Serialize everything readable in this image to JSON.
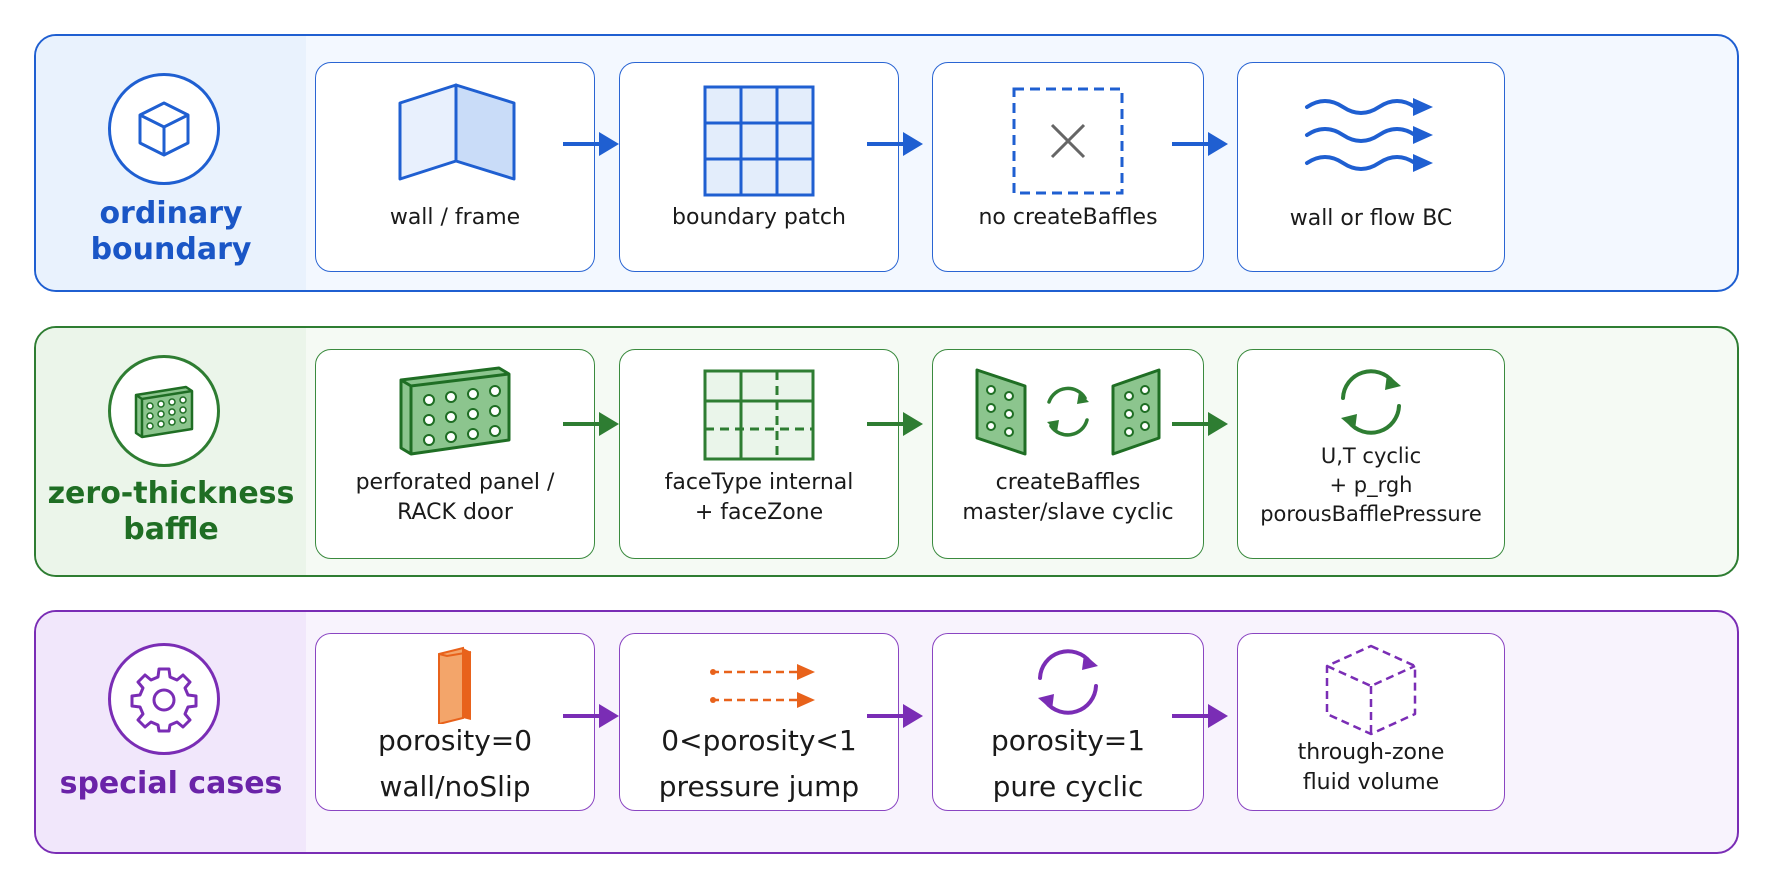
{
  "colors": {
    "ordinary": "#1f5fd1",
    "baffle": "#2e7d32",
    "special": "#7a2db5",
    "orange": "#e8621b"
  },
  "rows": [
    {
      "label": "ordinary\nboundary",
      "icon": "cube-icon",
      "steps": [
        {
          "label": "wall / frame",
          "icon": "wall-frame-icon"
        },
        {
          "label": "boundary patch",
          "icon": "grid-patch-icon"
        },
        {
          "label": "no createBaffles",
          "icon": "dashed-x-icon"
        },
        {
          "label": "wall or flow BC",
          "icon": "flow-waves-icon"
        }
      ]
    },
    {
      "label": "zero-thickness\nbaffle",
      "icon": "perforated-panel-icon",
      "steps": [
        {
          "label": "perforated panel /\nRACK door",
          "icon": "perforated-panel-icon"
        },
        {
          "label": "faceType internal\n+ faceZone",
          "icon": "dashed-grid-icon"
        },
        {
          "label": "createBaffles\nmaster/slave cyclic",
          "icon": "panel-pair-cycle-icon"
        },
        {
          "label": "U,T cyclic\n+ p_rgh\nporousBafflePressure",
          "icon": "cycle-arrows-icon"
        }
      ]
    },
    {
      "label": "special cases",
      "icon": "gear-icon",
      "steps": [
        {
          "label": "porosity=0\nwall/noSlip",
          "icon": "solid-wall-icon"
        },
        {
          "label": "0<porosity<1\npressure jump",
          "icon": "dashed-arrows-icon"
        },
        {
          "label": "porosity=1\npure cyclic",
          "icon": "cycle-arrows-icon"
        },
        {
          "label": "through-zone\nfluid volume",
          "icon": "dashed-cube-icon"
        }
      ]
    }
  ]
}
